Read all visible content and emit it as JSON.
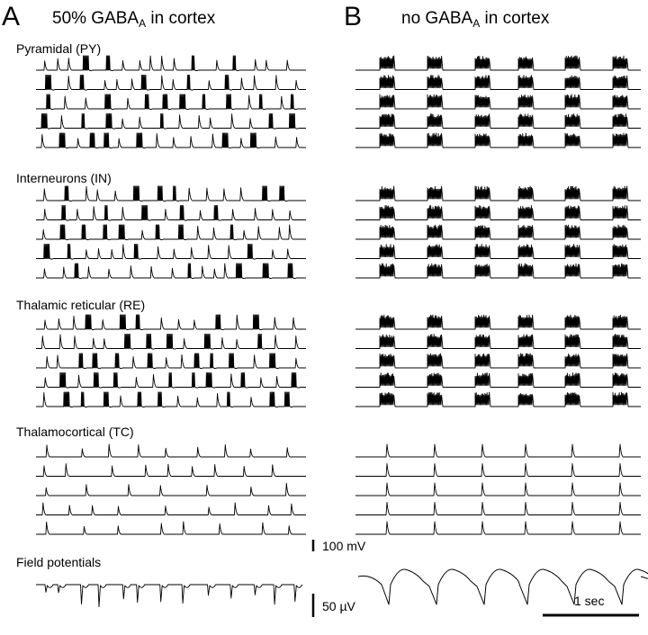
{
  "panels": [
    {
      "letter": "A",
      "title_prefix": "50% GABA",
      "title_sub": "A",
      "title_suffix": "in cortex",
      "condition": "50% GABA_A"
    },
    {
      "letter": "B",
      "title_prefix": "no GABA",
      "title_sub": "A",
      "title_suffix": "in cortex",
      "condition": "no GABA_A"
    }
  ],
  "groups": [
    {
      "label": "Pyramidal (PY)",
      "traces": 5,
      "waveform": "spike-bursts"
    },
    {
      "label": "Interneurons (IN)",
      "traces": 5,
      "waveform": "spike-bursts"
    },
    {
      "label": "Thalamic reticular (RE)",
      "traces": 5,
      "waveform": "spike-bursts"
    },
    {
      "label": "Thalamocortical (TC)",
      "traces": 5,
      "waveform": "single-spikes"
    }
  ],
  "field": {
    "label": "Field potentials"
  },
  "scale_bars": {
    "voltage": "100 mV",
    "field": "50 µV",
    "time": "1 sec"
  },
  "colors": {
    "trace": "#000000",
    "background": "#ffffff"
  }
}
